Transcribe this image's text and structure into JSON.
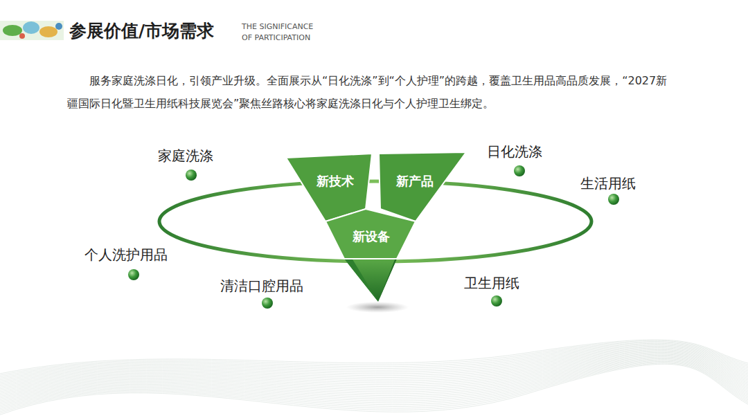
{
  "diagram": {
    "title": "参展价值/市场需求",
    "nodes": [
      {
        "text": [
          "新技术"
        ]
      },
      {
        "text": [
          "新产品"
        ]
      },
      {
        "text": [
          "新设备"
        ]
      }
    ],
    "labels": [
      "THE SIGNIFICANCE OF PARTICIPATION",
      "服务家庭洗涤日化，引领产业升级。全面展示从“日化洗涤”到“个人护理”的跨越，覆盖卫生用品高品质发展，“2027新疆国际日化暨卫生用纸科技展览会”聚焦丝路核心将家庭洗涤日化与个人护理卫生绑定。",
      "家庭洗涤",
      "日化洗涤",
      "生活用纸",
      "个人洗护用品",
      "清洁口腔用品",
      "卫生用纸"
    ]
  }
}
